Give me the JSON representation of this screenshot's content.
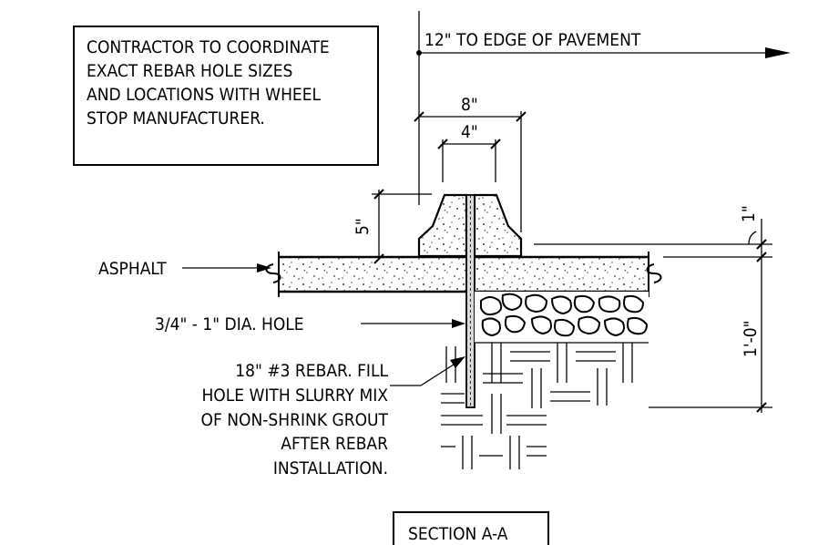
{
  "drawing": {
    "note_lines": [
      "CONTRACTOR TO COORDINATE",
      "EXACT REBAR HOLE SIZES",
      "AND LOCATIONS WITH WHEEL",
      "STOP MANUFACTURER."
    ],
    "edge_label": "12\" TO EDGE OF PAVEMENT",
    "dim_8in": "8\"",
    "dim_4in": "4\"",
    "dim_5in": "5\"",
    "dim_1in": "1\"",
    "dim_1ft": "1'-0\"",
    "asphalt_label": "ASPHALT",
    "hole_label": "3/4\" - 1\" DIA. HOLE",
    "rebar_lines": [
      "18\" #3 REBAR.  FILL",
      "HOLE WITH SLURRY MIX",
      "OF NON-SHRINK GROUT",
      "AFTER REBAR",
      "INSTALLATION."
    ],
    "section_title": "SECTION A-A"
  }
}
